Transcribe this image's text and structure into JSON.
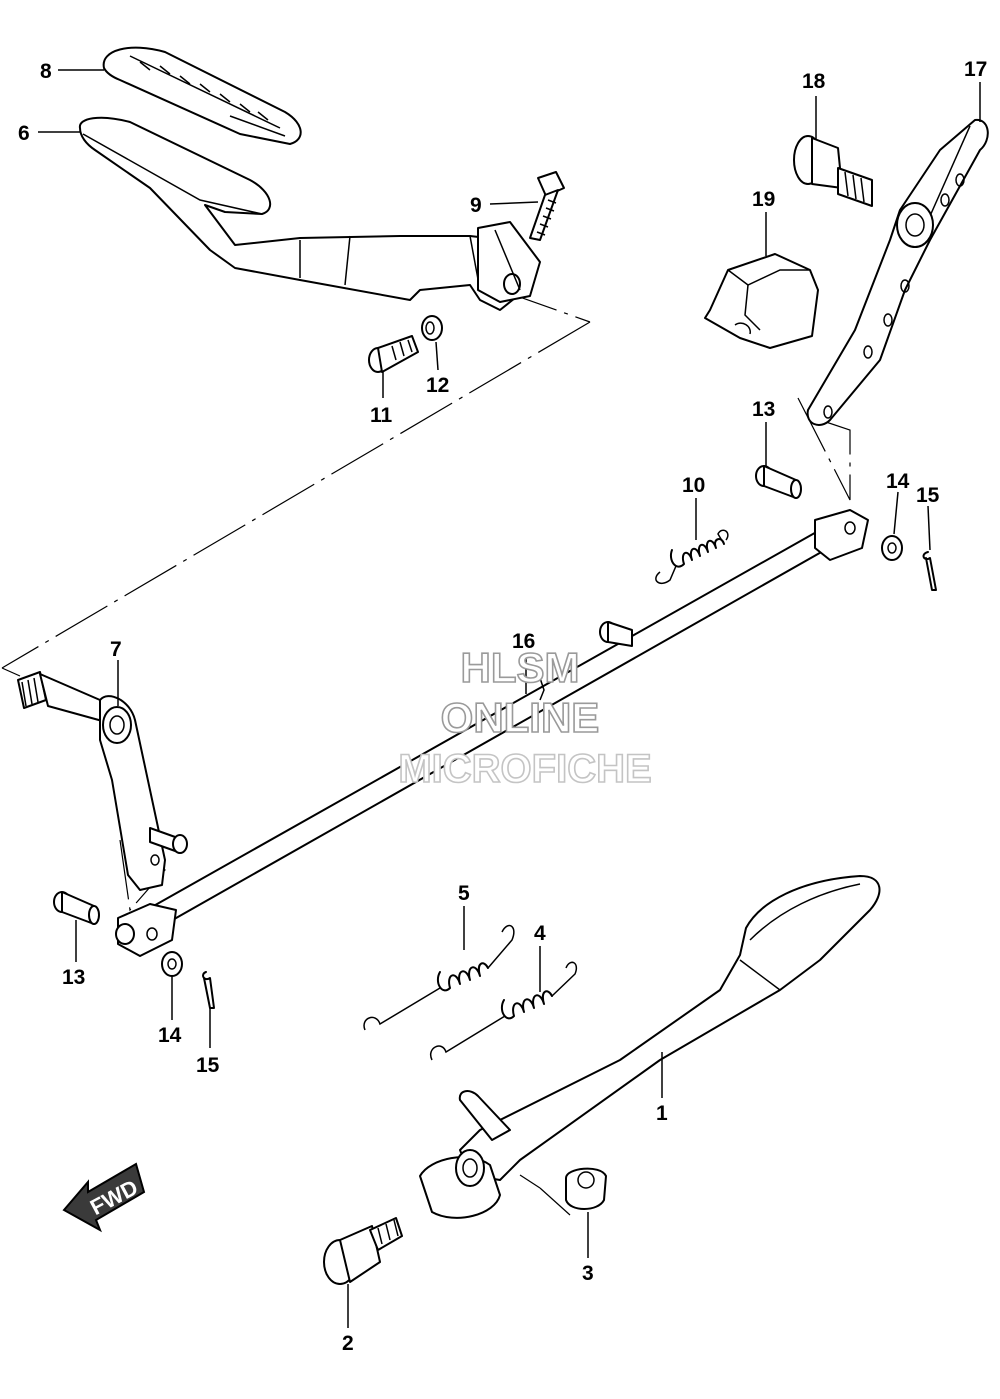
{
  "diagram": {
    "callouts": [
      {
        "id": "1",
        "label": "1"
      },
      {
        "id": "2",
        "label": "2"
      },
      {
        "id": "3",
        "label": "3"
      },
      {
        "id": "4",
        "label": "4"
      },
      {
        "id": "5",
        "label": "5"
      },
      {
        "id": "6",
        "label": "6"
      },
      {
        "id": "7",
        "label": "7"
      },
      {
        "id": "8",
        "label": "8"
      },
      {
        "id": "9",
        "label": "9"
      },
      {
        "id": "10",
        "label": "10"
      },
      {
        "id": "11",
        "label": "11"
      },
      {
        "id": "12",
        "label": "12"
      },
      {
        "id": "13a",
        "label": "13"
      },
      {
        "id": "13b",
        "label": "13"
      },
      {
        "id": "14a",
        "label": "14"
      },
      {
        "id": "14b",
        "label": "14"
      },
      {
        "id": "15a",
        "label": "15"
      },
      {
        "id": "15b",
        "label": "15"
      },
      {
        "id": "16",
        "label": "16"
      },
      {
        "id": "17",
        "label": "17"
      },
      {
        "id": "18",
        "label": "18"
      },
      {
        "id": "19",
        "label": "19"
      }
    ],
    "direction_arrow": {
      "label": "FWD",
      "icon": "fwd-arrow-icon"
    }
  },
  "watermark": {
    "line1": "HLSM",
    "line2": "ONLINE",
    "line3": "MICROFICHE"
  },
  "colors": {
    "line": "#000000",
    "background": "#ffffff",
    "watermark_outline": "#9a9a9a"
  }
}
